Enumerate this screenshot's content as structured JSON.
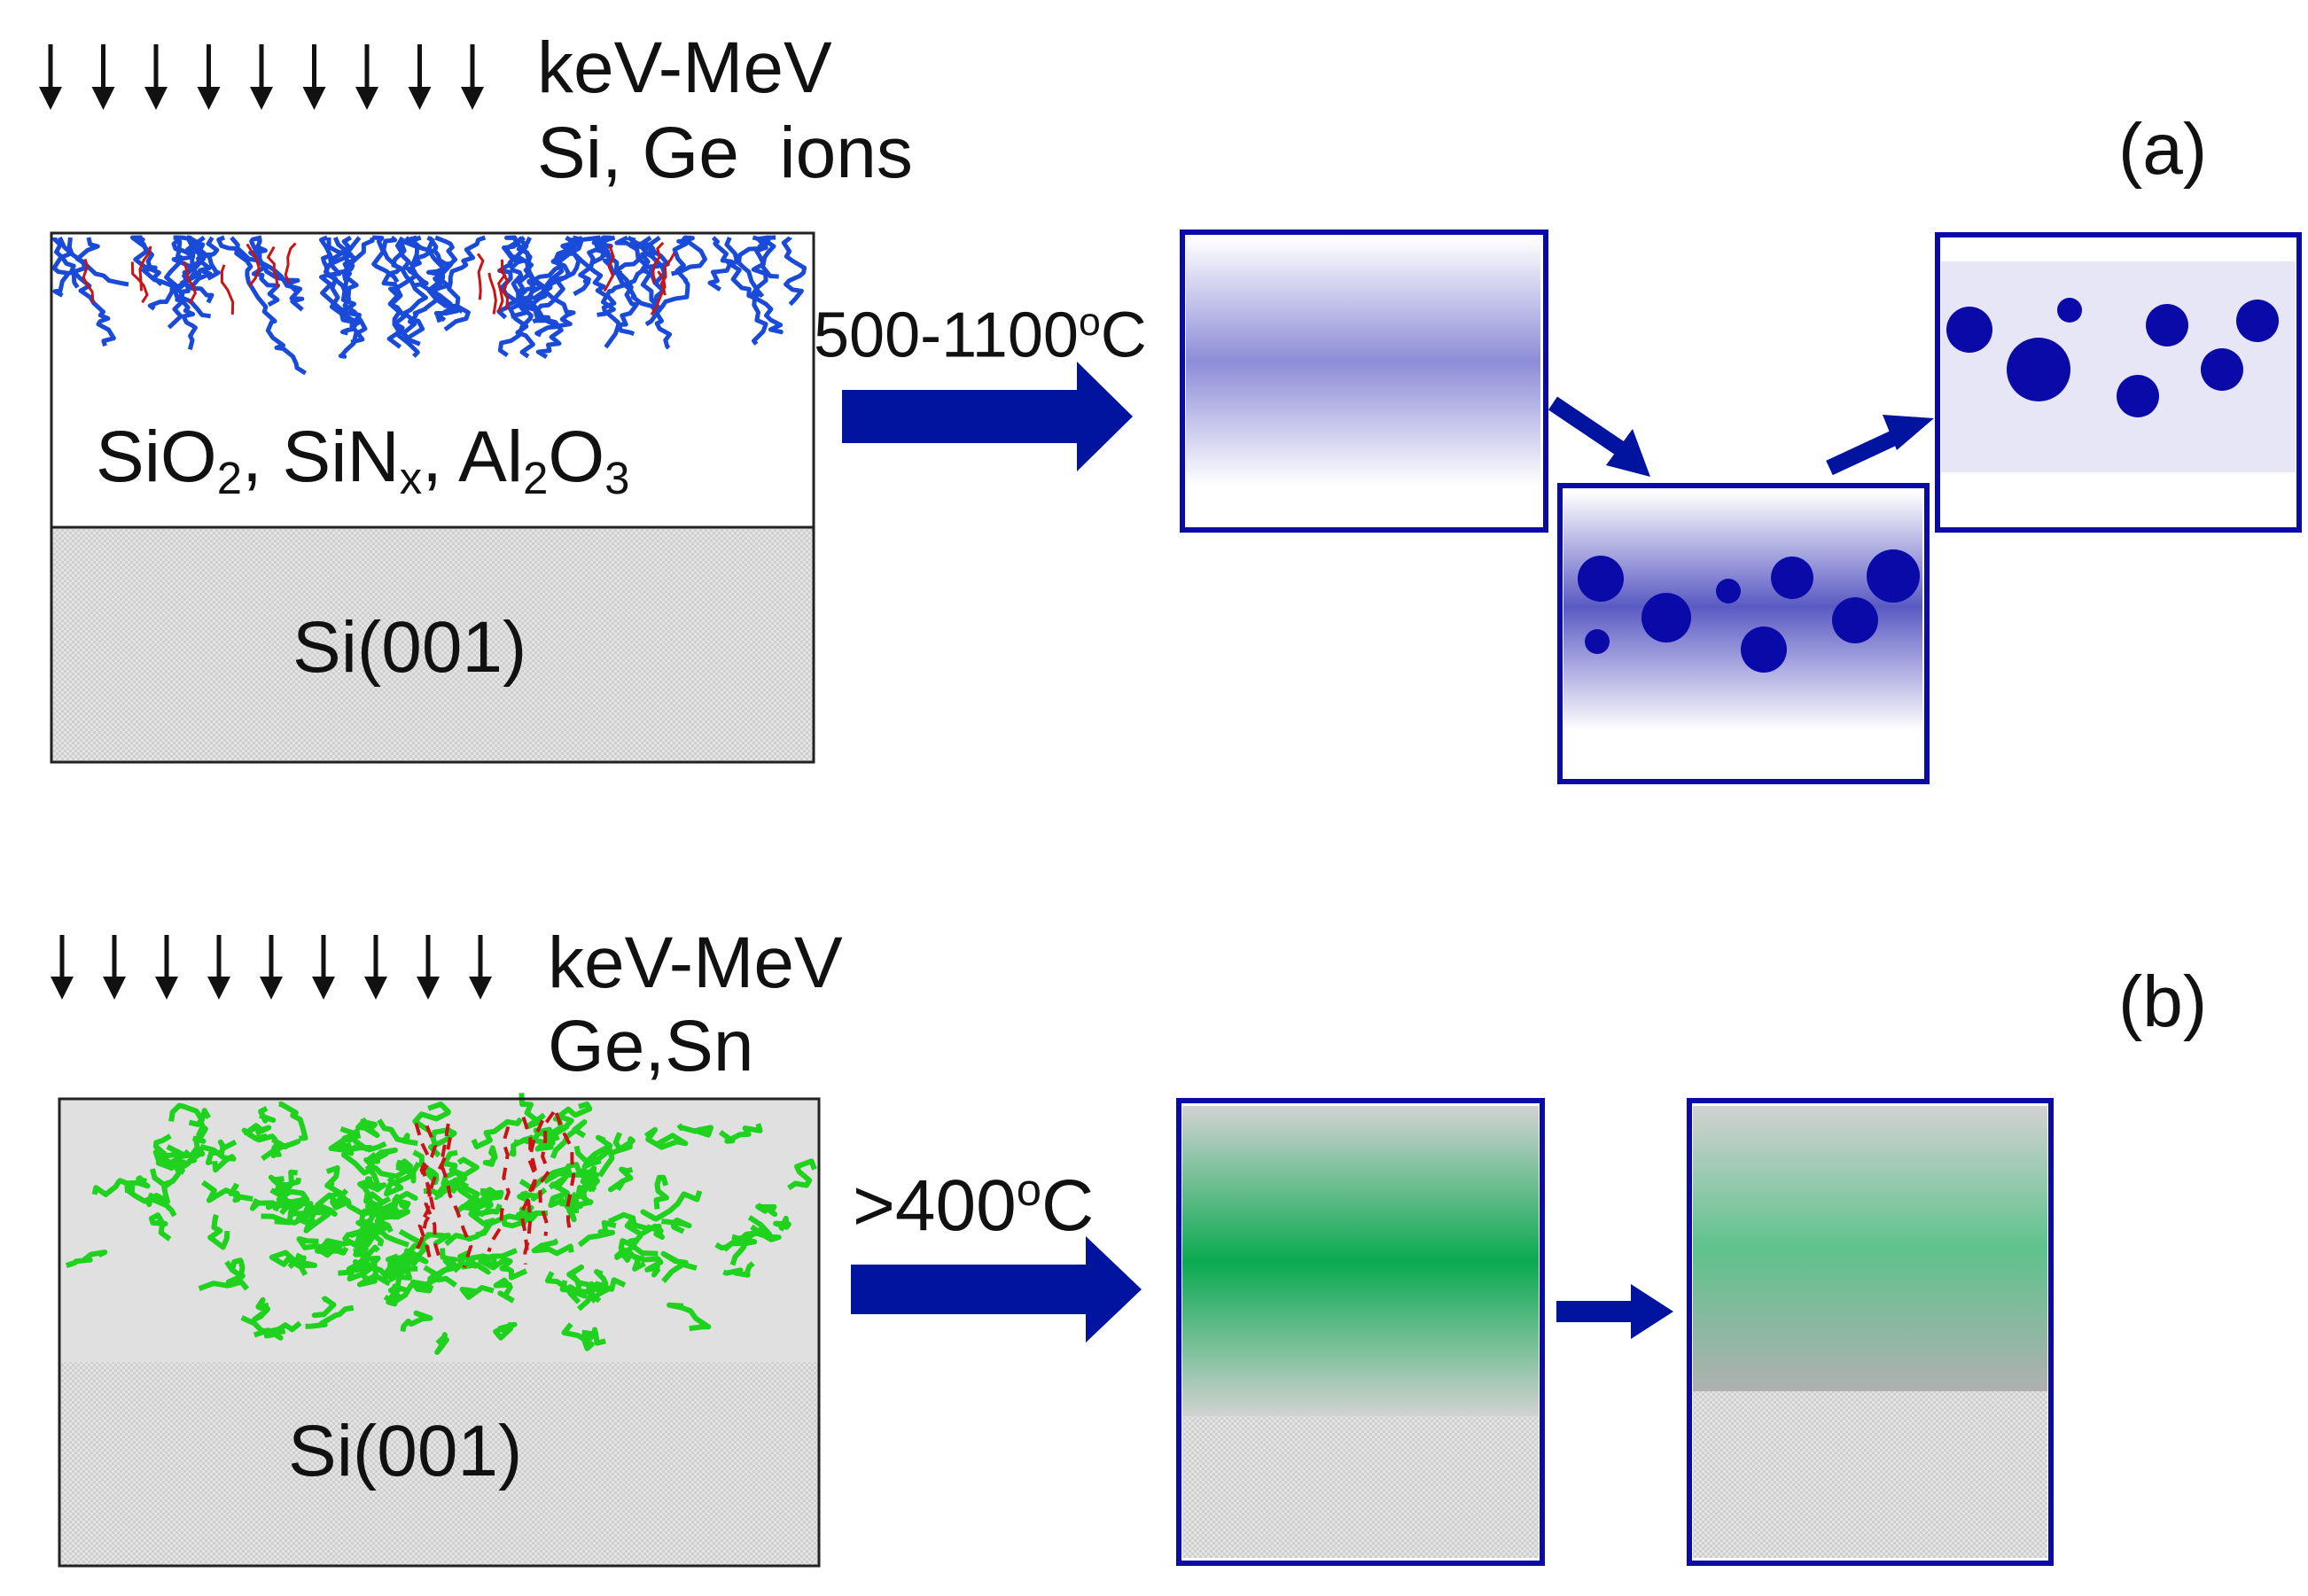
{
  "panel_a": {
    "tag": "(a)",
    "ion_energy": "keV-MeV",
    "ion_species": "Si, Ge  ions",
    "film_parts": [
      "SiO",
      "2",
      ", SiN",
      "x",
      ", Al",
      "2",
      "O",
      "3"
    ],
    "substrate": "Si(001)",
    "anneal_value": "500-1100",
    "anneal_degree": "o",
    "anneal_unit": "C"
  },
  "panel_b": {
    "tag": "(b)",
    "ion_energy": "keV-MeV",
    "ion_species": "Ge,Sn",
    "substrate": "Si(001)",
    "anneal_value": ">400",
    "anneal_degree": "o",
    "anneal_unit": "C"
  },
  "colors": {
    "frame_blue": "#0a0aa8",
    "arrow_blue": "#0014a0",
    "dot_blue": "#0a0aa8",
    "cascade_blue": "#1a4bd8",
    "cascade_green": "#1ed21e",
    "track_red": "#c81414",
    "layer_green": "#0aaa50",
    "substrate_gray": "#dcdcdc"
  }
}
